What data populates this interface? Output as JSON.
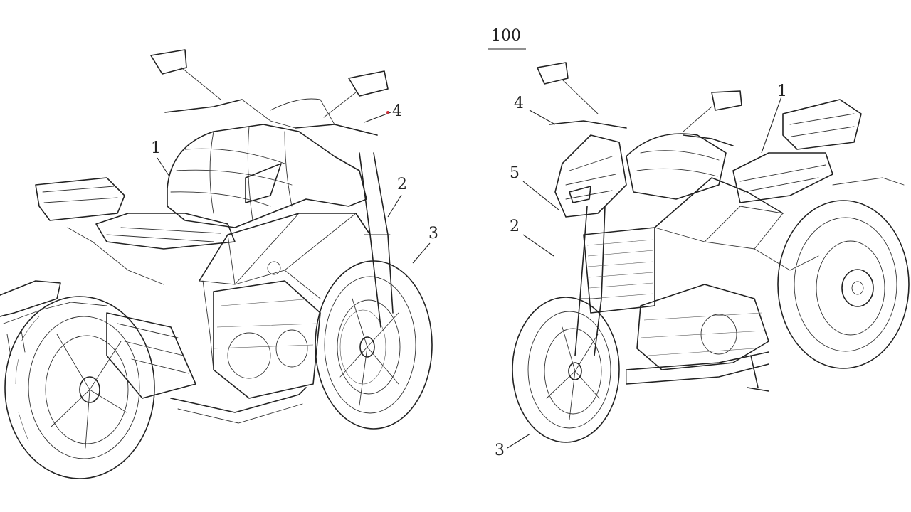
{
  "figure_number": "100",
  "left_view": {
    "labels": {
      "l1": "1",
      "l2": "2",
      "l3": "3",
      "l4": "4"
    }
  },
  "right_view": {
    "labels": {
      "l1": "1",
      "l2": "2",
      "l3": "3",
      "l4": "4",
      "l5": "5"
    }
  },
  "accent_dot_color": "#d0303a"
}
